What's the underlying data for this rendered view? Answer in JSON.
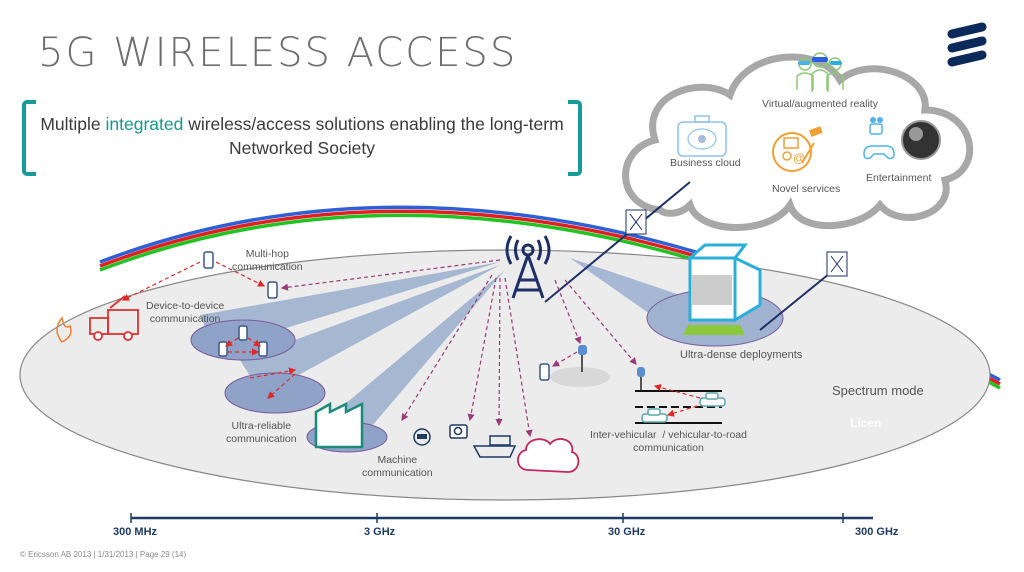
{
  "slide": {
    "title": "5G WIRELESS ACCESS",
    "subtitle_pre": "Multiple ",
    "subtitle_highlight": "integrated",
    "subtitle_post": " wireless/access solutions enabling the long-term Networked Society",
    "accent_color": "#139a8e",
    "brand_color": "#0b2a5a",
    "logo": "ericsson-logo-icon"
  },
  "cloud": {
    "services": [
      {
        "label": "Virtual/augmented  reality",
        "icon": "vr-users-icon"
      },
      {
        "label": "Business cloud",
        "icon": "business-cloud-icon"
      },
      {
        "label": "Novel  services",
        "icon": "novel-services-icon"
      },
      {
        "label": "Entertainment",
        "icon": "entertainment-icon"
      }
    ]
  },
  "scenarios": {
    "multi_hop": "Multi-hop\ncommunication",
    "d2d": "Device-to-device\ncommunication",
    "ultra_reliable": "Ultra-reliable\ncommunication",
    "machine": "Machine\ncommunication",
    "ultra_dense": "Ultra-dense deployments",
    "vehicular": "Inter-vehicular  / vehicular-to-road\ncommunication",
    "spectrum": "Spectrum mode",
    "licensed": "Licen"
  },
  "spectrum_axis": {
    "ticks": [
      "300 MHz",
      "3 GHz",
      "30 GHz",
      "300 GHz"
    ]
  },
  "footer": "© Ericsson AB 2013 |  1/31/2013  |  Page 29 (14)"
}
